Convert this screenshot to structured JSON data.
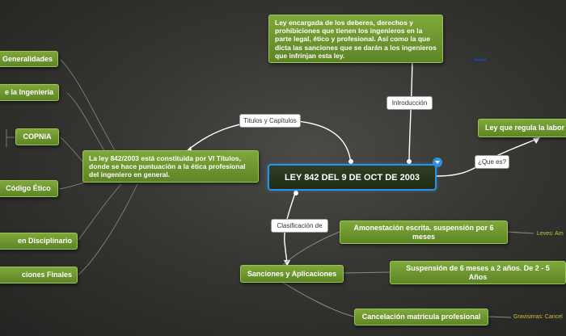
{
  "central": {
    "title": "LEY 842 DEL 9 DE OCT DE 2003"
  },
  "intro": {
    "text": "Ley encargada de los deberes, derechos y prohibiciones que tienen los ingenieros en la parte legal, ético y profesional. Así como la que dicta las sanciones que se darán a los ingenieros que infrinjan esta ley."
  },
  "connectors": {
    "introduccion": "Introducción",
    "titulos": "Titulos y Capítulos",
    "que_es": "¿Que es?",
    "clasificacion": "Clasificación de"
  },
  "que_es": {
    "text": "Ley que regula la labor"
  },
  "titulos_desc": {
    "text": "La ley 842/2003 está constituida por VI Títulos, donde se hace puntuación a la ética profesional del ingeniero en general."
  },
  "titulos_items": [
    "Generalidades",
    "e la Ingeniería",
    "COPNIA",
    "Código Ético",
    "en Disciplinario",
    "ciones Finales"
  ],
  "sanciones": {
    "title": "Sanciones y Aplicaciones",
    "items": [
      {
        "text": "Amonestación escrita. suspensión por 6 meses",
        "note": "Leves: Am"
      },
      {
        "text": "Suspensión de 6 meses a 2 años. De 2 - 5 Años",
        "note": ""
      },
      {
        "text": "Cancelación matricula profesional",
        "note": "Gravisimas: Cancel"
      }
    ]
  },
  "colors": {
    "node": "#6b9430",
    "central_border": "#2f8fe0",
    "background": "#363633"
  }
}
